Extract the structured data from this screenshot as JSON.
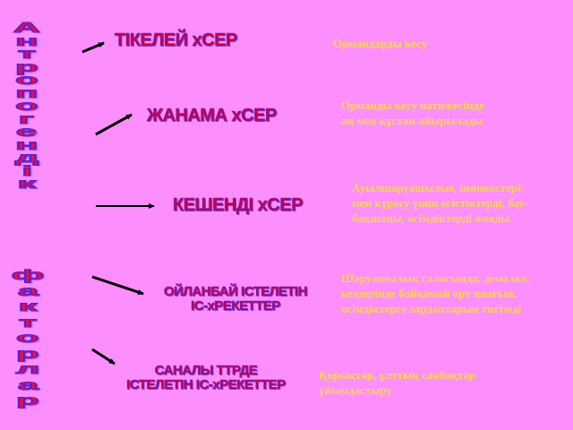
{
  "side_labels": {
    "top": [
      "А",
      "н",
      "т",
      "р",
      "о",
      "п",
      "о",
      "г",
      "е",
      "н",
      "д",
      "і",
      "к"
    ],
    "top_word": "Антропогендік",
    "bottom": [
      "ф",
      "а",
      "к",
      "т",
      "о",
      "р",
      "л",
      "а",
      "р"
    ],
    "bottom_word": "факторлар"
  },
  "rows": [
    {
      "heading": "ТІКЕЛЕЙ  хСЕР",
      "description_lines": [
        "Ормандарды кесу"
      ]
    },
    {
      "heading": "ЖАНАМА  хСЕР",
      "description_lines": [
        "Орманды кесу нәтижесінде",
        "аң мен құстан айырылады"
      ]
    },
    {
      "heading": "КЕШЕНДІ  хСЕР",
      "description_lines": [
        "Ауылшаруашылық зиянкестері-",
        "мен күресу үшін егістіктерді, бау-",
        "бақшаны, өсімдіктерді жояды"
      ]
    },
    {
      "heading_lines": [
        "ОЙЛАНБАЙ ІСТЕЛЕТІН",
        "ІС-хРЕКЕТТЕР"
      ],
      "description_lines": [
        "Шаруашылық саласында, демалыс",
        "кездерінде байқамай өрт шығып,",
        "өсімдіктерге зардаптарын тигізеді"
      ]
    },
    {
      "heading_lines": [
        "САНАЛЫ ТТРДЕ",
        "ІСТЕЛЕТІН ІС-хРЕКЕТТЕР"
      ],
      "description_lines": [
        "Қорықтар, ұлттық саябақтар",
        "ұйымдастыру"
      ]
    }
  ],
  "colors": {
    "background": "#fd8efd",
    "heading": "#c8003c",
    "heading_outline": "#6a28c8",
    "description": "#f7d84a",
    "side_label_fill": "#ff0a2a",
    "arrow": "#000000"
  }
}
